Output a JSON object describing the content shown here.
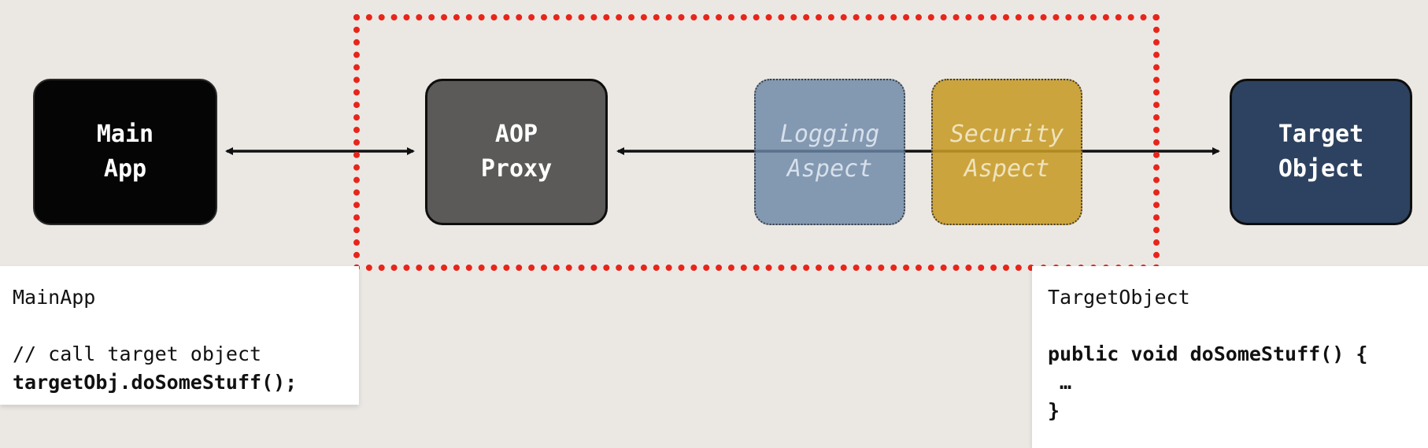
{
  "nodes": {
    "main_app": {
      "line1": "Main",
      "line2": "App"
    },
    "aop_proxy": {
      "line1": "AOP",
      "line2": "Proxy"
    },
    "logging_aspect": {
      "line1": "Logging",
      "line2": "Aspect"
    },
    "security_aspect": {
      "line1": "Security",
      "line2": "Aspect"
    },
    "target_object": {
      "line1": "Target",
      "line2": "Object"
    }
  },
  "notes": {
    "main_app": {
      "title": "MainApp",
      "comment": "// call target object",
      "code": "targetObj.doSomeStuff();"
    },
    "target_object": {
      "title": "TargetObject",
      "signature": "public void doSomeStuff() {",
      "body": " …",
      "close": "}"
    }
  },
  "colors": {
    "background": "#ebe8e4",
    "main_app": "#050505",
    "aop_proxy": "#5b5a58",
    "logging_aspect": "#6b86a6",
    "security_aspect": "#c69a26",
    "target_object": "#2d4260",
    "proxy_frame": "#e8251a",
    "arrow": "#111111"
  }
}
